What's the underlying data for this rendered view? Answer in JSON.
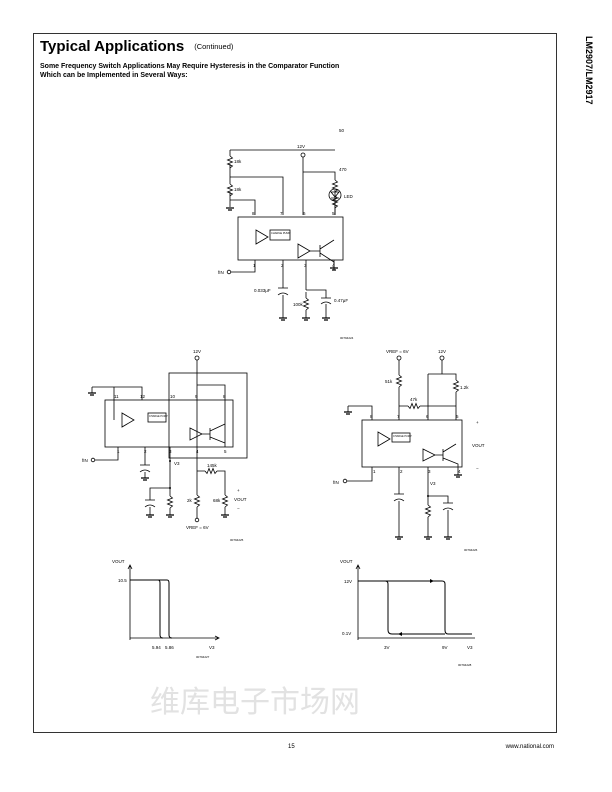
{
  "header": {
    "title": "Typical Applications",
    "continued": "(Continued)",
    "subtitle": "Some Frequency Switch Applications May Require Hysteresis in the Comparator Function Which can be Implemented in Several Ways:"
  },
  "side_label": "LM2907/LM2917",
  "watermark": "维库电子市场网",
  "footer": {
    "page": "15",
    "url": "www.national.com"
  },
  "figures": {
    "fig1": {
      "supply": "12V",
      "r1": "18k",
      "r2": "18k",
      "r3": "50",
      "r4": "470",
      "led": "LED",
      "fin": "fIN",
      "c1": "0.033μF",
      "r5": "100k",
      "c2": "0.47μF",
      "block": "CHARGE PUMP",
      "pins": [
        "8",
        "7",
        "6",
        "5",
        "1",
        "2",
        "3",
        "4"
      ],
      "id": "00794224"
    },
    "fig2": {
      "supply": "12V",
      "v3": "V3",
      "r1": "145k",
      "r2": "2k",
      "r3": "68k",
      "vout": "VOUT",
      "plus": "+",
      "minus": "−",
      "vref": "VREF = 6V",
      "fin": "fIN",
      "block": "CHARGE PUMP",
      "pins": [
        "11",
        "12",
        "10",
        "9",
        "8",
        "1",
        "2",
        "3",
        "4",
        "5"
      ],
      "id": "00794225"
    },
    "fig3": {
      "vref": "VREF = 6V",
      "supply": "12V",
      "r1": "51k",
      "r2": "47k",
      "r3": "1.2k",
      "vout": "VOUT",
      "plus": "+",
      "minus": "−",
      "fin": "fIN",
      "v3": "V3",
      "block": "CHARGE PUMP",
      "pins": [
        "8",
        "7",
        "6",
        "5",
        "1",
        "2",
        "3",
        "4"
      ],
      "id": "00794226"
    },
    "fig4": {
      "ylabel": "VOUT",
      "xlabel": "V3",
      "level": "10.5",
      "x1": "5.94",
      "x2": "5.86",
      "id": "00794227"
    },
    "fig5": {
      "ylabel": "VOUT",
      "xlabel": "V3",
      "high": "12V",
      "low": "0.1V",
      "x1": "3V",
      "x2": "9V",
      "id": "00794228"
    }
  }
}
